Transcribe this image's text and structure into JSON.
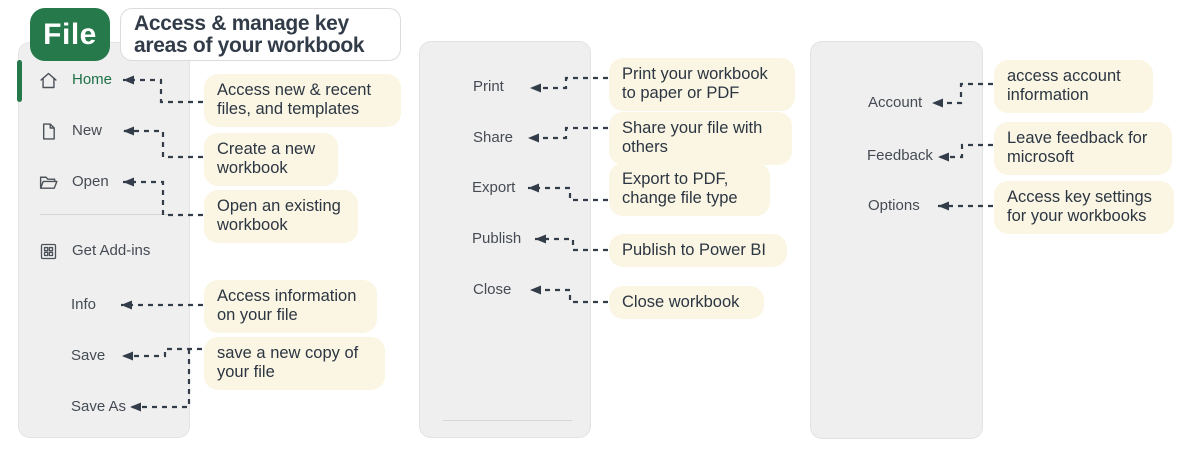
{
  "file_button": {
    "label": "File"
  },
  "header": {
    "line1": "Access & manage key",
    "line2": "areas of your workbook"
  },
  "colors": {
    "accent_green": "#26794a",
    "home_green": "#1e7145",
    "panel_bg": "#efefef",
    "callout_bg": "#faf6e3",
    "arrow": "#333d49",
    "text_dark": "#2c3542"
  },
  "left_menu": {
    "items": [
      {
        "label": "Home",
        "icon": "home-icon"
      },
      {
        "label": "New",
        "icon": "new-document-icon"
      },
      {
        "label": "Open",
        "icon": "open-folder-icon"
      },
      {
        "label": "Get Add-ins",
        "icon": "add-ins-icon"
      },
      {
        "label": "Info"
      },
      {
        "label": "Save"
      },
      {
        "label": "Save As"
      }
    ]
  },
  "middle_menu": {
    "items": [
      {
        "label": "Print"
      },
      {
        "label": "Share"
      },
      {
        "label": "Export"
      },
      {
        "label": "Publish"
      },
      {
        "label": "Close"
      }
    ]
  },
  "right_menu": {
    "items": [
      {
        "label": "Account"
      },
      {
        "label": "Feedback"
      },
      {
        "label": "Options"
      }
    ]
  },
  "callouts": {
    "left": [
      {
        "text": "Access new & recent files, and templates"
      },
      {
        "text": "Create a new workbook"
      },
      {
        "text": "Open an existing workbook"
      },
      {
        "text": "Access information on your file"
      },
      {
        "text": "save a new copy of your file"
      }
    ],
    "middle": [
      {
        "text": "Print your workbook to paper or PDF"
      },
      {
        "text": "Share your file with others"
      },
      {
        "text": "Export to PDF, change file type"
      },
      {
        "text": "Publish to Power BI"
      },
      {
        "text": "Close workbook"
      }
    ],
    "right": [
      {
        "text": "access account information"
      },
      {
        "text": "Leave feedback for microsoft"
      },
      {
        "text": "Access key settings for your workbooks"
      }
    ]
  }
}
